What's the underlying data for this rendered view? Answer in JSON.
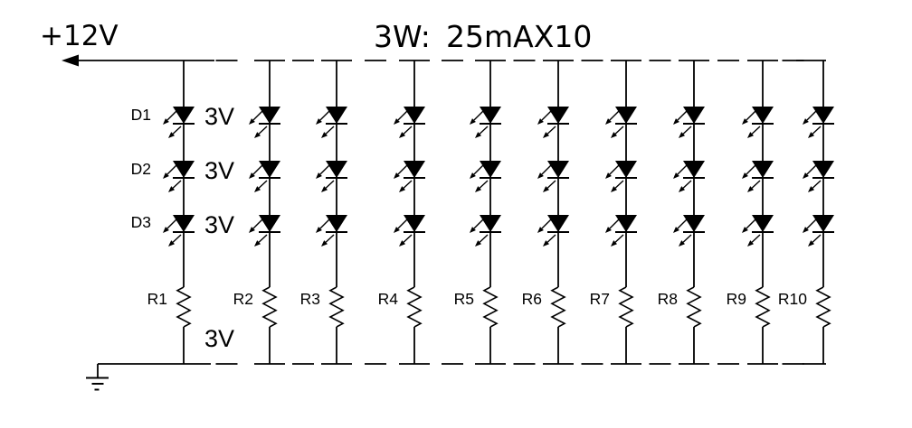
{
  "diagram": {
    "background": "#ffffff",
    "ink": "#000000",
    "supply": {
      "label": "+12V",
      "arrow_icon": "left-arrow"
    },
    "title": {
      "label": "3W:",
      "value": "25mAX10"
    },
    "led_rows": [
      {
        "designator": "D1",
        "voltage": "3V"
      },
      {
        "designator": "D2",
        "voltage": "3V"
      },
      {
        "designator": "D3",
        "voltage": "3V"
      }
    ],
    "branches": [
      {
        "resistor": "R1"
      },
      {
        "resistor": "R2"
      },
      {
        "resistor": "R3"
      },
      {
        "resistor": "R4"
      },
      {
        "resistor": "R5"
      },
      {
        "resistor": "R6"
      },
      {
        "resistor": "R7"
      },
      {
        "resistor": "R8"
      },
      {
        "resistor": "R9"
      },
      {
        "resistor": "R10"
      }
    ],
    "resistor_voltage": "3V",
    "branch_count": 10,
    "leds_per_branch": 3,
    "ground_icon": "earth-ground"
  }
}
